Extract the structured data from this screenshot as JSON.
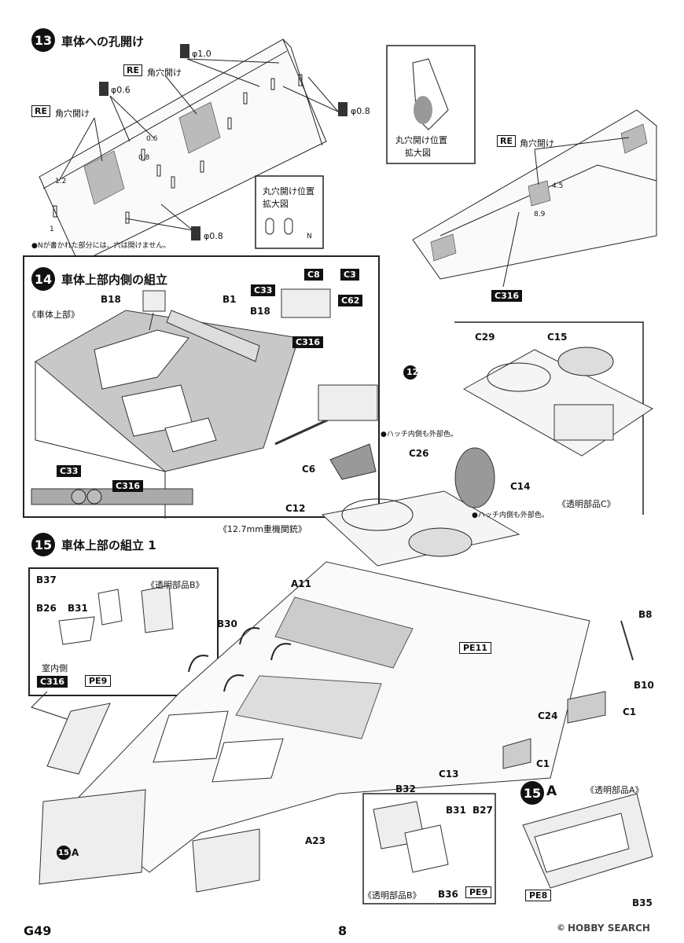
{
  "step13": {
    "number": "13",
    "title": "車体への孔開け",
    "re_badge": "RE",
    "square_hole": "角穴開け",
    "d10": "φ1.0",
    "d06": "φ0.6",
    "d08a": "φ0.8",
    "d08b": "φ0.8",
    "dim_06": "0.6",
    "dim_08": "0.8",
    "dim_12": "1.2",
    "dim_1": "1",
    "note_n": "●Nが書かれた部分には、穴は開けません。",
    "mag1_line1": "丸穴開け位置",
    "mag1_line2": "拡大図",
    "mag2_line1": "丸穴開け位置",
    "mag2_line2": "拡大図",
    "n_mark": "N",
    "dim_45": "4.5",
    "dim_89": "8.9",
    "part": "C316"
  },
  "step14": {
    "number": "14",
    "title": "車体上部内側の組立",
    "upper_hull": "《車体上部》",
    "parts": [
      "B18",
      "B1",
      "C316",
      "C33",
      "C8",
      "C3",
      "C62",
      "C33",
      "C316"
    ],
    "b18b": "B18"
  },
  "mg": {
    "callout": "12",
    "hatch_note1": "●ハッチ内側も外部色。",
    "hatch_note2": "●ハッチ内側も外部色。",
    "parts": [
      "C6",
      "C26",
      "C14",
      "C12"
    ],
    "caption": "《12.7mm重機関銃》"
  },
  "clearC": {
    "parts": [
      "C29",
      "C15"
    ],
    "caption": "《透明部品C》"
  },
  "step15": {
    "number": "15",
    "title": "車体上部の組立 1",
    "clearB": "《透明部品B》",
    "interior": "室内側",
    "parts_left": [
      "B37",
      "B26",
      "B31",
      "C316",
      "PE9"
    ],
    "parts_main": [
      "A11",
      "B30",
      "PE11",
      "B8",
      "B10",
      "C1",
      "C24",
      "C1",
      "C13",
      "B32",
      "A23"
    ],
    "sub_a_ref": "15",
    "sub_a_ref_letter": "A",
    "inset_parts": [
      "B31",
      "B27",
      "B36",
      "PE9"
    ],
    "inset_caption": "《透明部品B》"
  },
  "step15a": {
    "number": "15",
    "letter": "A",
    "caption": "《透明部品A》",
    "parts": [
      "PE8",
      "B35"
    ]
  },
  "footer": {
    "code": "G49",
    "page": "8",
    "watermark": "HOBBY SEARCH",
    "watermark_copy": "©"
  }
}
